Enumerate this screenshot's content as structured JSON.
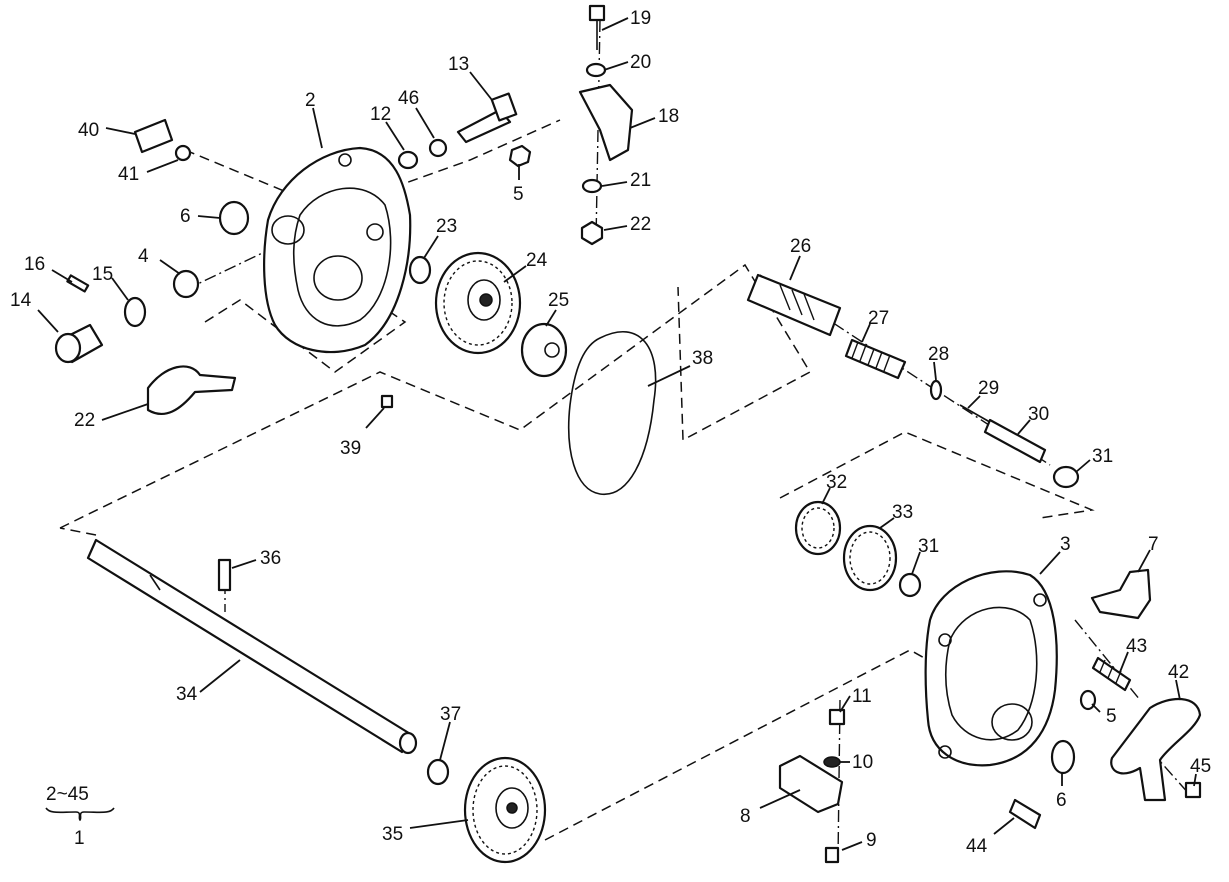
{
  "callouts": [
    {
      "id": "c19",
      "label": "19"
    },
    {
      "id": "c20",
      "label": "20"
    },
    {
      "id": "c18",
      "label": "18"
    },
    {
      "id": "c21",
      "label": "21"
    },
    {
      "id": "c22a",
      "label": "22"
    },
    {
      "id": "c13",
      "label": "13"
    },
    {
      "id": "c5a",
      "label": "5"
    },
    {
      "id": "c2",
      "label": "2"
    },
    {
      "id": "c12",
      "label": "12"
    },
    {
      "id": "c46",
      "label": "46"
    },
    {
      "id": "c40",
      "label": "40"
    },
    {
      "id": "c41",
      "label": "41"
    },
    {
      "id": "c6a",
      "label": "6"
    },
    {
      "id": "c23",
      "label": "23"
    },
    {
      "id": "c24",
      "label": "24"
    },
    {
      "id": "c4",
      "label": "4"
    },
    {
      "id": "c16",
      "label": "16"
    },
    {
      "id": "c15",
      "label": "15"
    },
    {
      "id": "c14",
      "label": "14"
    },
    {
      "id": "c25",
      "label": "25"
    },
    {
      "id": "c38",
      "label": "38"
    },
    {
      "id": "c22b",
      "label": "22"
    },
    {
      "id": "c39",
      "label": "39"
    },
    {
      "id": "c26",
      "label": "26"
    },
    {
      "id": "c27",
      "label": "27"
    },
    {
      "id": "c28",
      "label": "28"
    },
    {
      "id": "c29",
      "label": "29"
    },
    {
      "id": "c30",
      "label": "30"
    },
    {
      "id": "c31a",
      "label": "31"
    },
    {
      "id": "c32",
      "label": "32"
    },
    {
      "id": "c33",
      "label": "33"
    },
    {
      "id": "c31b",
      "label": "31"
    },
    {
      "id": "c3",
      "label": "3"
    },
    {
      "id": "c7",
      "label": "7"
    },
    {
      "id": "c36",
      "label": "36"
    },
    {
      "id": "c34",
      "label": "34"
    },
    {
      "id": "c43",
      "label": "43"
    },
    {
      "id": "c42",
      "label": "42"
    },
    {
      "id": "c11",
      "label": "11"
    },
    {
      "id": "c5b",
      "label": "5"
    },
    {
      "id": "c10",
      "label": "10"
    },
    {
      "id": "c6b",
      "label": "6"
    },
    {
      "id": "c45",
      "label": "45"
    },
    {
      "id": "c37",
      "label": "37"
    },
    {
      "id": "c8",
      "label": "8"
    },
    {
      "id": "c35",
      "label": "35"
    },
    {
      "id": "c9",
      "label": "9"
    },
    {
      "id": "c44",
      "label": "44"
    }
  ],
  "assembly_note": {
    "range": "2~45",
    "assembly": "1"
  }
}
